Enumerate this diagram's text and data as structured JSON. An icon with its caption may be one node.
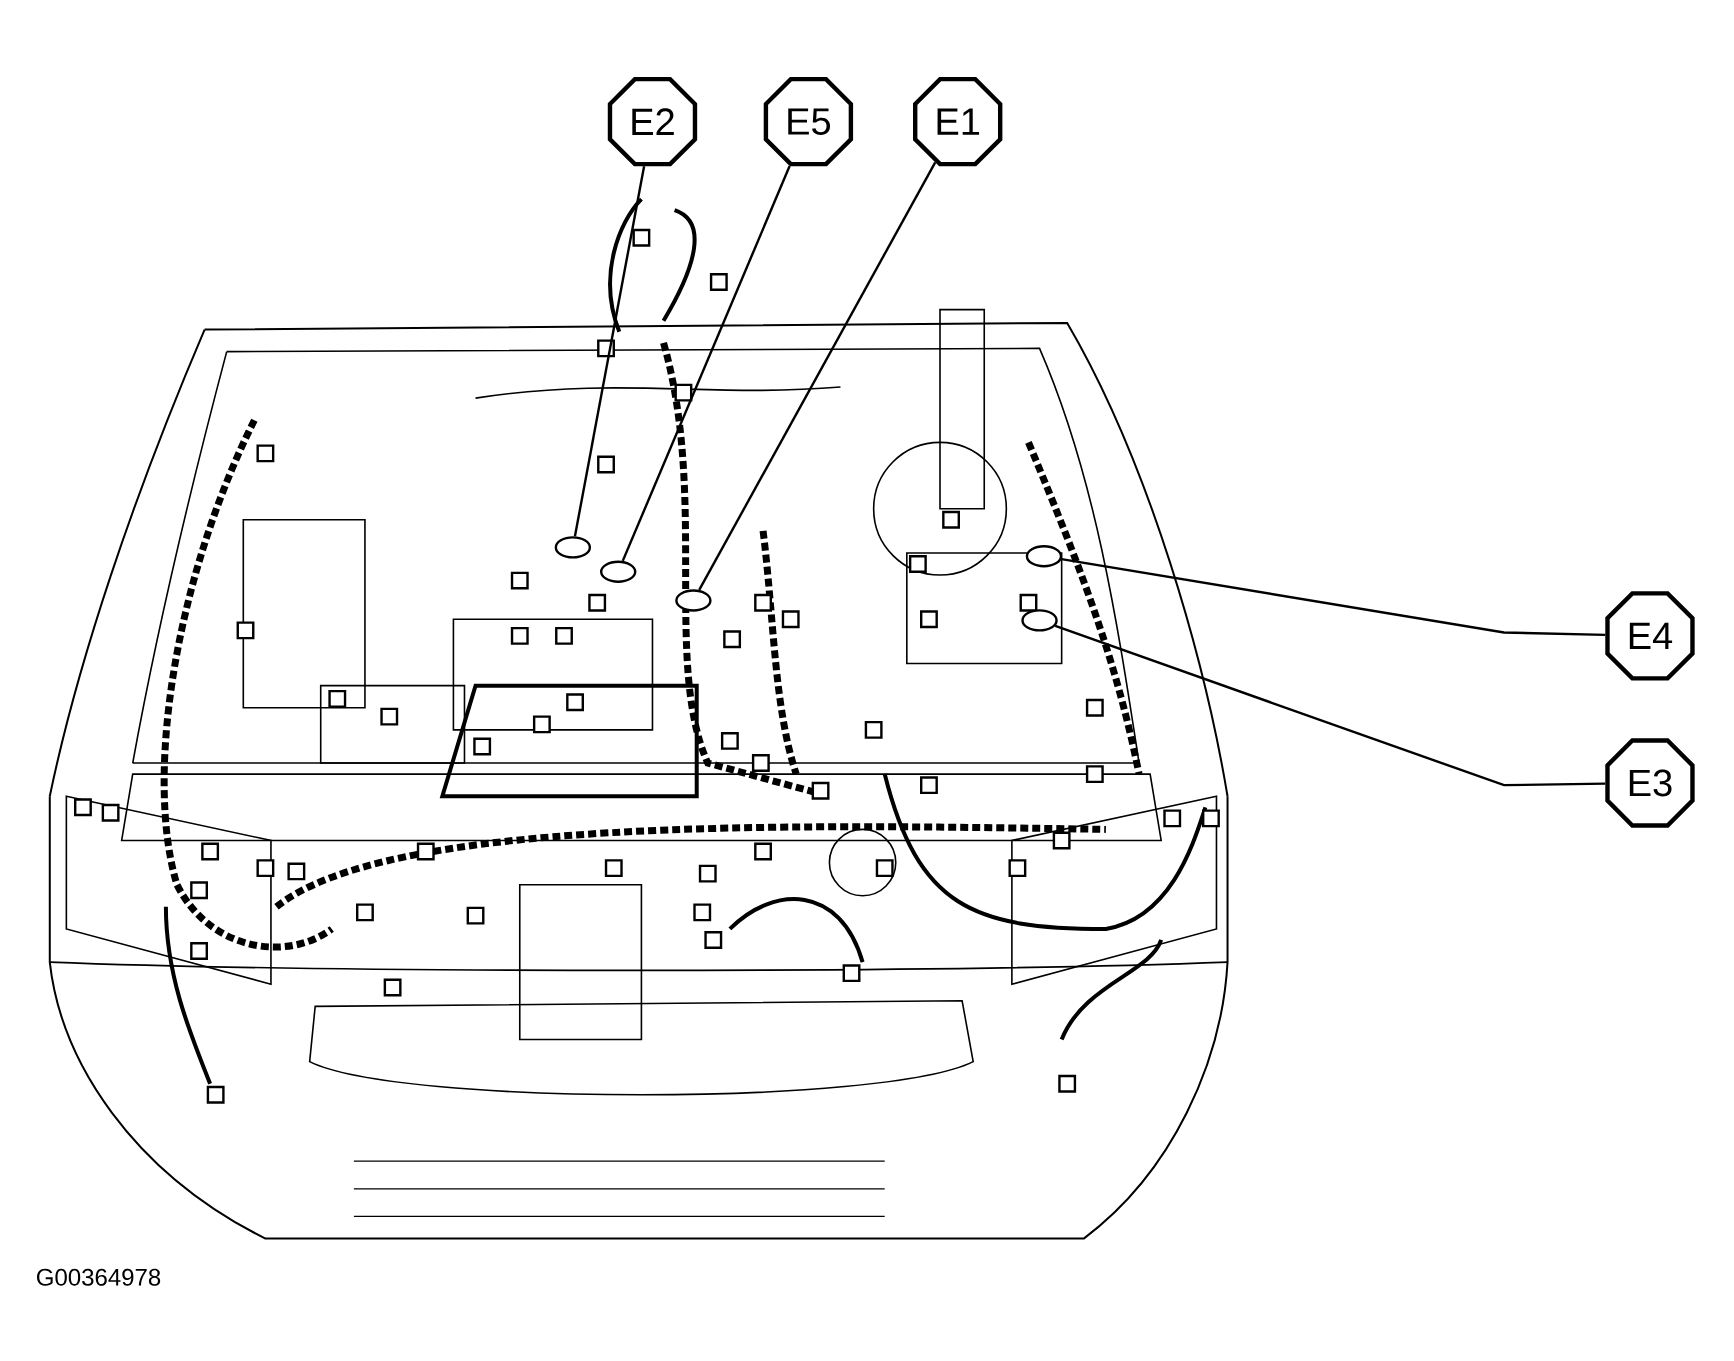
{
  "diagram": {
    "nodes": [
      {
        "text": [
          "E2"
        ]
      },
      {
        "text": [
          "E5"
        ]
      },
      {
        "text": [
          "E1"
        ]
      },
      {
        "text": [
          "E4"
        ]
      },
      {
        "text": [
          "E3"
        ]
      },
      {
        "text": [],
        "shape": "ellipse"
      },
      {
        "text": [],
        "shape": "ellipse"
      },
      {
        "text": [],
        "shape": "ellipse"
      },
      {
        "text": [],
        "shape": "ellipse"
      },
      {
        "text": [],
        "shape": "ellipse"
      }
    ],
    "edges": [
      {
        "from": 0,
        "to": 5,
        "arrow": "none"
      },
      {
        "from": 1,
        "to": 6,
        "arrow": "none"
      },
      {
        "from": 2,
        "to": 7,
        "arrow": "none"
      },
      {
        "from": 3,
        "to": 8,
        "arrow": "none"
      },
      {
        "from": 4,
        "to": 9,
        "arrow": "none"
      }
    ],
    "labels": [
      "G00364978"
    ]
  }
}
